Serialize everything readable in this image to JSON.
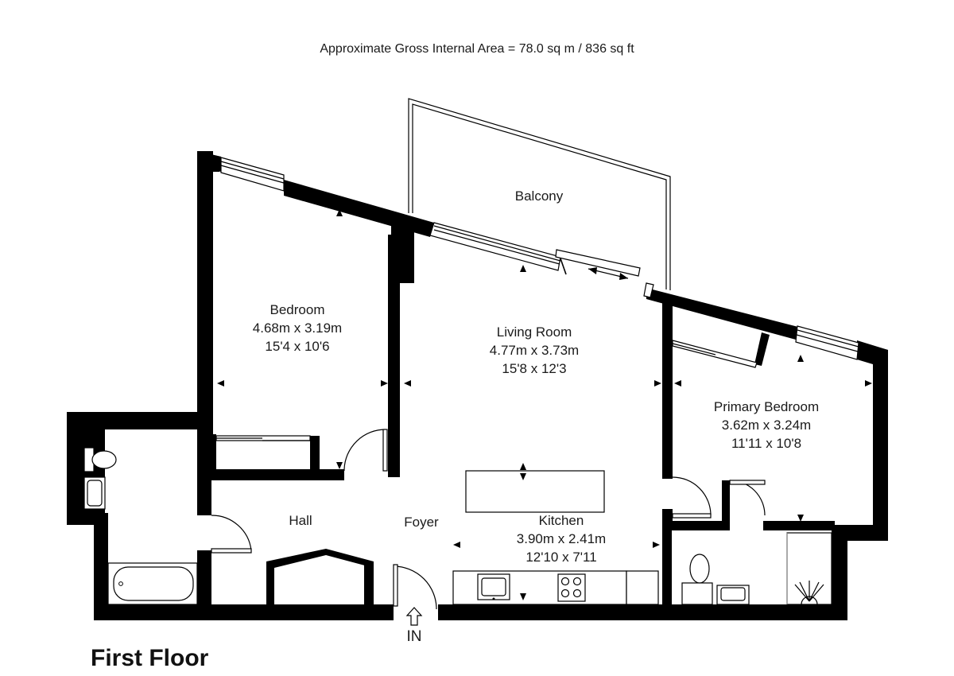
{
  "header": {
    "area": "Approximate Gross Internal Area = 78.0 sq m / 836 sq ft"
  },
  "floor_label": "First Floor",
  "entrance_label": "IN",
  "rooms": {
    "balcony": {
      "name": "Balcony"
    },
    "bedroom": {
      "name": "Bedroom",
      "metric": "4.68m x 3.19m",
      "imperial": "15'4 x 10'6"
    },
    "living_room": {
      "name": "Living Room",
      "metric": "4.77m x 3.73m",
      "imperial": "15'8 x 12'3"
    },
    "primary_bedroom": {
      "name": "Primary Bedroom",
      "metric": "3.62m x 3.24m",
      "imperial": "11'11 x 10'8"
    },
    "kitchen": {
      "name": "Kitchen",
      "metric": "3.90m x 2.41m",
      "imperial": "12'10 x 7'11"
    },
    "hall": {
      "name": "Hall"
    },
    "foyer": {
      "name": "Foyer"
    }
  },
  "colors": {
    "wall": "#000000",
    "background": "#ffffff"
  }
}
